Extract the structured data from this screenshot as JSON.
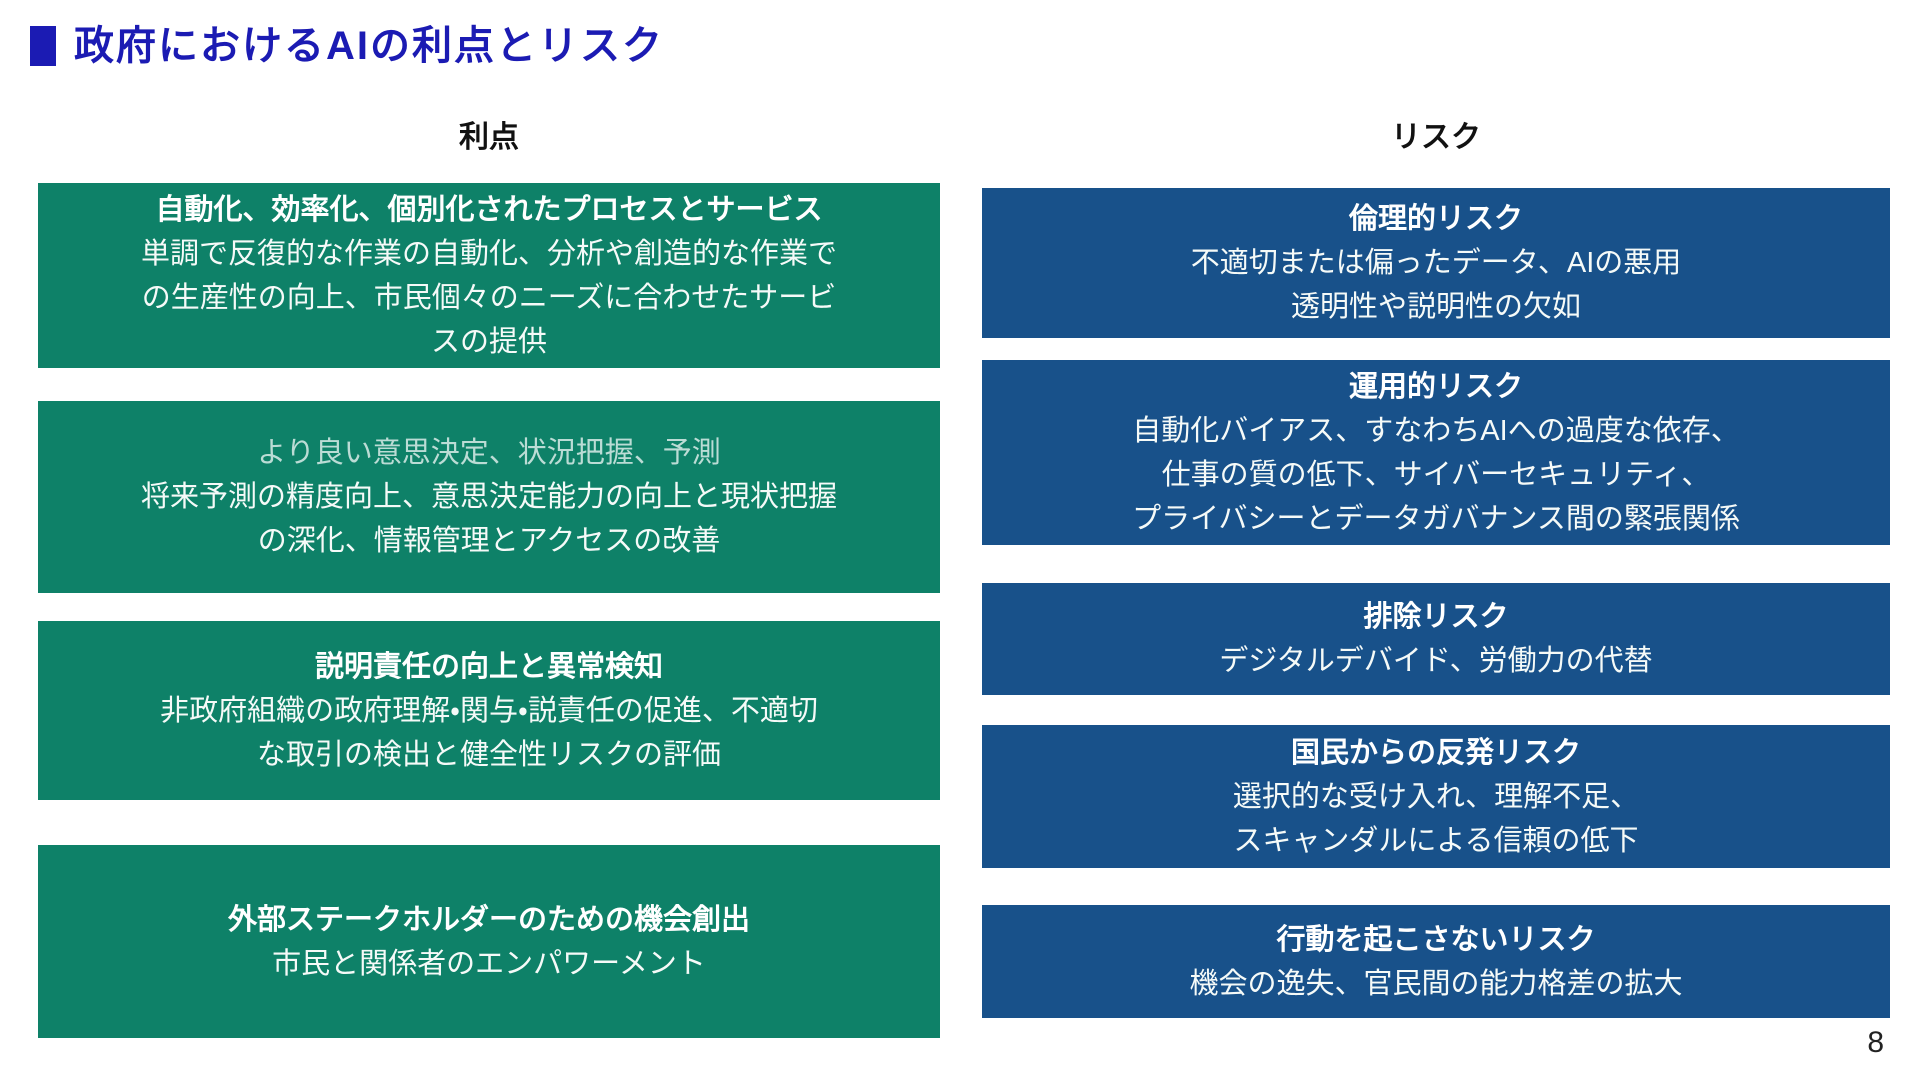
{
  "title": {
    "text": "政府におけるAIの利点とリスク",
    "accent_color": "#1b1bb3"
  },
  "columns": {
    "benefits": {
      "header": "利点",
      "box_color": "#0e8168",
      "boxes": [
        {
          "title": "自動化、効率化、個別化されたプロセスとサービス",
          "body": "単調で反復的な作業の自動化、分析や創造的な作業で\nの生産性の向上、市民個々のニーズに合わせたサービ\nスの提供"
        },
        {
          "title": "より良い意思決定、状況把握、予測",
          "body": "将来予測の精度向上、意思決定能力の向上と現状把握\nの深化、情報管理とアクセスの改善"
        },
        {
          "title": "説明責任の向上と異常検知",
          "body": "非政府組織の政府理解・関与・説責任の促進、不適切\nな取引の検出と健全性リスクの評価"
        },
        {
          "title": "外部ステークホルダーのための機会創出",
          "body": "市民と関係者のエンパワーメント"
        }
      ]
    },
    "risks": {
      "header": "リスク",
      "box_color": "#18518a",
      "boxes": [
        {
          "title": "倫理的リスク",
          "body": "不適切または偏ったデータ、AIの悪用\n透明性や説明性の欠如"
        },
        {
          "title": "運用的リスク",
          "body": "自動化バイアス、すなわちAIへの過度な依存、\n仕事の質の低下、サイバーセキュリティ、\nプライバシーとデータガバナンス間の緊張関係"
        },
        {
          "title": "排除リスク",
          "body": "デジタルデバイド、労働力の代替"
        },
        {
          "title": "国民からの反発リスク",
          "body": "選択的な受け入れ、理解不足、\nスキャンダルによる信頼の低下"
        },
        {
          "title": "行動を起こさないリスク",
          "body": "機会の逸失、官民間の能力格差の拡大"
        }
      ]
    }
  },
  "page_number": "8"
}
